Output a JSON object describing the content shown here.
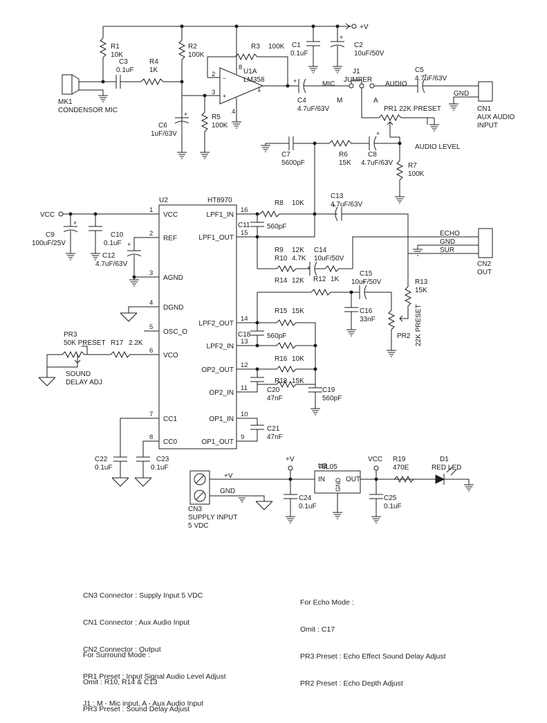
{
  "title": "",
  "supply": {
    "vplus_top": "+V",
    "vcc_left": "VCC",
    "vcc_reg": "VCC",
    "vplus_reg": "+V",
    "vplus_cn3": "+V",
    "gnd_cn3": "GND"
  },
  "components": {
    "R1": {
      "ref": "R1",
      "value": "10K"
    },
    "R2": {
      "ref": "R2",
      "value": "100K"
    },
    "R3": {
      "ref": "R3",
      "value": "100K"
    },
    "R4": {
      "ref": "R4",
      "value": "1K"
    },
    "R5": {
      "ref": "R5",
      "value": "100K"
    },
    "R6": {
      "ref": "R6",
      "value": "15K"
    },
    "R7": {
      "ref": "R7",
      "value": "100K"
    },
    "R8": {
      "ref": "R8",
      "value": "10K"
    },
    "R9": {
      "ref": "R9",
      "value": "12K"
    },
    "R10": {
      "ref": "R10",
      "value": "4.7K"
    },
    "R12": {
      "ref": "R12",
      "value": "1K"
    },
    "R13": {
      "ref": "R13",
      "value": "15K"
    },
    "R14": {
      "ref": "R14",
      "value": "12K"
    },
    "R15": {
      "ref": "R15",
      "value": "15K"
    },
    "R16": {
      "ref": "R16",
      "value": "10K"
    },
    "R17": {
      "ref": "R17",
      "value": "2.2K"
    },
    "R18": {
      "ref": "R18",
      "value": "15K"
    },
    "R19": {
      "ref": "R19",
      "value": "470E"
    },
    "C1": {
      "ref": "C1",
      "value": "0.1uF"
    },
    "C2": {
      "ref": "C2",
      "value": "10uF/50V"
    },
    "C3": {
      "ref": "C3",
      "value": "0.1uF"
    },
    "C4": {
      "ref": "C4",
      "value": "4.7uF/63V"
    },
    "C5": {
      "ref": "C5",
      "value": "4.7uF/63V"
    },
    "C6": {
      "ref": "C6",
      "value": "1uF/63V"
    },
    "C7": {
      "ref": "C7",
      "value": "5600pF"
    },
    "C8": {
      "ref": "C8",
      "value": "4.7uF/63V"
    },
    "C9": {
      "ref": "C9",
      "value": "100uF/25V"
    },
    "C10": {
      "ref": "C10",
      "value": "0.1uF"
    },
    "C11": {
      "ref": "C11",
      "value": "560pF"
    },
    "C12": {
      "ref": "C12",
      "value": "4.7uF/63V"
    },
    "C13": {
      "ref": "C13",
      "value": "4.7uF/63V"
    },
    "C14": {
      "ref": "C14",
      "value": "10uF/50V"
    },
    "C15": {
      "ref": "C15",
      "value": "10uF/50V"
    },
    "C16": {
      "ref": "C16",
      "value": "33nF"
    },
    "C18": {
      "ref": "C18",
      "value": "560pF"
    },
    "C19": {
      "ref": "C19",
      "value": "560pF"
    },
    "C20": {
      "ref": "C20",
      "value": "47nF"
    },
    "C21": {
      "ref": "C21",
      "value": "47nF"
    },
    "C22": {
      "ref": "C22",
      "value": "0.1uF"
    },
    "C23": {
      "ref": "C23",
      "value": "0.1uF"
    },
    "C24": {
      "ref": "C24",
      "value": "0.1uF"
    },
    "C25": {
      "ref": "C25",
      "value": "0.1uF"
    },
    "PR1": {
      "label": "PR1 22K PRESET",
      "note": "AUDIO LEVEL"
    },
    "PR2": {
      "ref": "PR2",
      "value": "22K PRESET"
    },
    "PR3": {
      "ref": "PR3",
      "value": "50K PRESET",
      "note1": "SOUND",
      "note2": "DELAY ADJ"
    },
    "U1": {
      "ref": "U1A",
      "part": "LM358",
      "pin2": "2",
      "pin3": "3",
      "pin1": "1",
      "pin8": "8",
      "pin4": "4"
    },
    "U3": {
      "ref": "U3",
      "part": "78L05",
      "in": "IN",
      "out": "OUT",
      "gnd": "GND"
    },
    "D1": {
      "ref": "D1",
      "value": "RED LED"
    },
    "J1": {
      "ref": "J1",
      "part": "JUMPER",
      "mic": "MIC",
      "audio": "AUDIO",
      "m": "M",
      "a": "A"
    },
    "MK1": {
      "ref": "MK1",
      "part": "CONDENSOR MIC"
    },
    "CN1": {
      "ref": "CN1",
      "line1": "AUX AUDIO",
      "line2": "INPUT",
      "gnd": "GND"
    },
    "CN2": {
      "ref": "CN2",
      "label": "OUT",
      "echo": "ECHO",
      "gnd": "GND",
      "sur": "SUR"
    },
    "CN3": {
      "ref": "CN3",
      "line1": "SUPPLY INPUT",
      "line2": "5 VDC"
    }
  },
  "u2": {
    "ref": "U2",
    "part": "HT8970",
    "left_pins": [
      {
        "num": "1",
        "name": "VCC"
      },
      {
        "num": "2",
        "name": "REF"
      },
      {
        "num": "3",
        "name": "AGND"
      },
      {
        "num": "4",
        "name": "DGND"
      },
      {
        "num": "5",
        "name": "OSC_O"
      },
      {
        "num": "6",
        "name": "VCO"
      },
      {
        "num": "7",
        "name": "CC1"
      },
      {
        "num": "8",
        "name": "CC0"
      }
    ],
    "right_pins": [
      {
        "num": "16",
        "name": "LPF1_IN"
      },
      {
        "num": "15",
        "name": "LPF1_OUT"
      },
      {
        "num": "14",
        "name": "LPF2_OUT"
      },
      {
        "num": "13",
        "name": "LPF2_IN"
      },
      {
        "num": "12",
        "name": "OP2_OUT"
      },
      {
        "num": "11",
        "name": "OP2_IN"
      },
      {
        "num": "10",
        "name": "OP1_IN"
      },
      {
        "num": "9",
        "name": "OP1_OUT"
      }
    ]
  },
  "notes": {
    "connectors": [
      "CN3 Connector : Supply Input 5 VDC",
      "CN1 Connector : Aux Audio Input",
      "CN2 Connector : Output",
      "PR1 Preset : Input Signal Audio Level Adjust",
      "J1 : M - Mic input, A - Aux Audio Input"
    ],
    "echo_mode": [
      "For Echo Mode :",
      "Omit : C17",
      "PR3 Preset : Echo Effect Sound Delay Adjust",
      "PR2 Preset : Echo Depth Adjust"
    ],
    "surround_mode": [
      "For Surround Mode :",
      "Omit : R10, R14 & C13",
      "PR3 Preset : Sound Delay Adjust"
    ]
  }
}
